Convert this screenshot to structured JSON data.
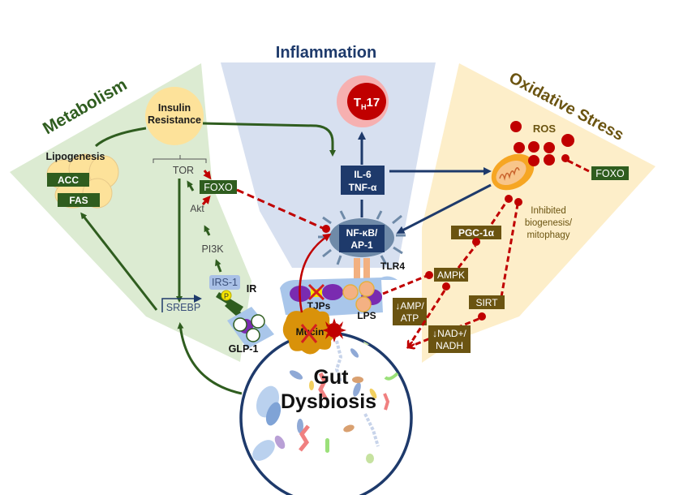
{
  "title": "Gut dysbiosis links to metabolism, inflammation and oxidative stress",
  "colors": {
    "metabolism_bg": "#dcebd2",
    "inflammation_bg": "#d7e0f0",
    "oxidative_bg": "#fdeec9",
    "metabolism_dark": "#2f5d1f",
    "inflammation_dark": "#1e3a6b",
    "oxidative_dark": "#6b5411",
    "inhibit_red": "#c00000",
    "insulin_circle": "#fde29a",
    "th17_inner": "#c00000",
    "th17_outer": "#f6b0b0",
    "mucin": "#d9920a"
  },
  "sections": {
    "metabolism": {
      "title": "Metabolism"
    },
    "inflammation": {
      "title": "Inflammation"
    },
    "oxidative": {
      "title": "Oxidative Stress"
    }
  },
  "metabolism": {
    "insulin_resistance": [
      "Insulin",
      "Resistance"
    ],
    "lipogenesis": "Lipogenesis",
    "acc": "ACC",
    "fas": "FAS",
    "tor": "TOR",
    "foxo": "FOXO",
    "akt": "Akt",
    "pi3k": "PI3K",
    "irs1": "IRS-1",
    "phospho": "P",
    "ir": "IR",
    "srebp": "SREBP",
    "glp1": "GLP-1"
  },
  "inflammation": {
    "th17_main": "T",
    "th17_sub": "H",
    "th17_num": "17",
    "cytokines": [
      "IL-6",
      "TNF-α"
    ],
    "nfkb": [
      "NF-κB/",
      "AP-1"
    ],
    "tlr4": "TLR4",
    "tjps": "TJPs",
    "lps": "LPS",
    "mucin": "Mucin"
  },
  "oxidative": {
    "ros": "ROS",
    "foxo": "FOXO",
    "inhibited": [
      "Inhibited",
      "biogenesis/",
      "mitophagy"
    ],
    "pgc1a": "PGC-1α",
    "ampk": "AMPK",
    "amp_atp": [
      "↓AMP/",
      "ATP"
    ],
    "sirt": "SIRT",
    "nad_nadh": [
      "↓NAD+/",
      "NADH"
    ]
  },
  "center": {
    "gut_dysbiosis": [
      "Gut",
      "Dysbiosis"
    ]
  }
}
